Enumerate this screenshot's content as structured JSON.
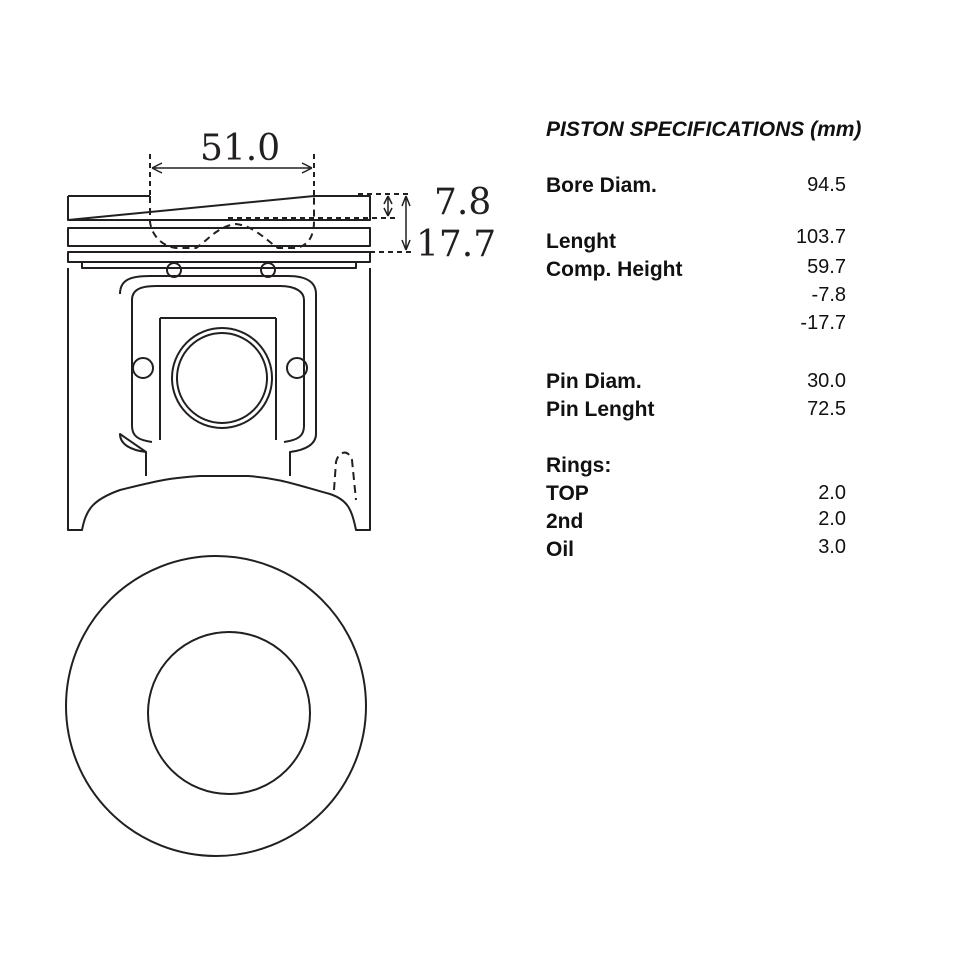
{
  "diagram": {
    "dimensions": {
      "bowl_diameter": "51.0",
      "bowl_depth_upper": "7.8",
      "bowl_depth_lower": "17.7"
    }
  },
  "specifications": {
    "title": "PISTON SPECIFICATIONS (mm)",
    "bore_label": "Bore Diam.",
    "bore_value": "94.5",
    "length_label": "Lenght",
    "length_value": "103.7",
    "comp_height_label": "Comp. Height",
    "comp_height_value": "59.7",
    "bowl_depth_1": "-7.8",
    "bowl_depth_2": "-17.7",
    "pin_diam_label": "Pin Diam.",
    "pin_diam_value": "30.0",
    "pin_length_label": "Pin Lenght",
    "pin_length_value": "72.5",
    "rings_label": "Rings:",
    "ring_top_label": "TOP",
    "ring_top_value": "2.0",
    "ring_2nd_label": "2nd",
    "ring_2nd_value": "2.0",
    "ring_oil_label": "Oil",
    "ring_oil_value": "3.0"
  }
}
